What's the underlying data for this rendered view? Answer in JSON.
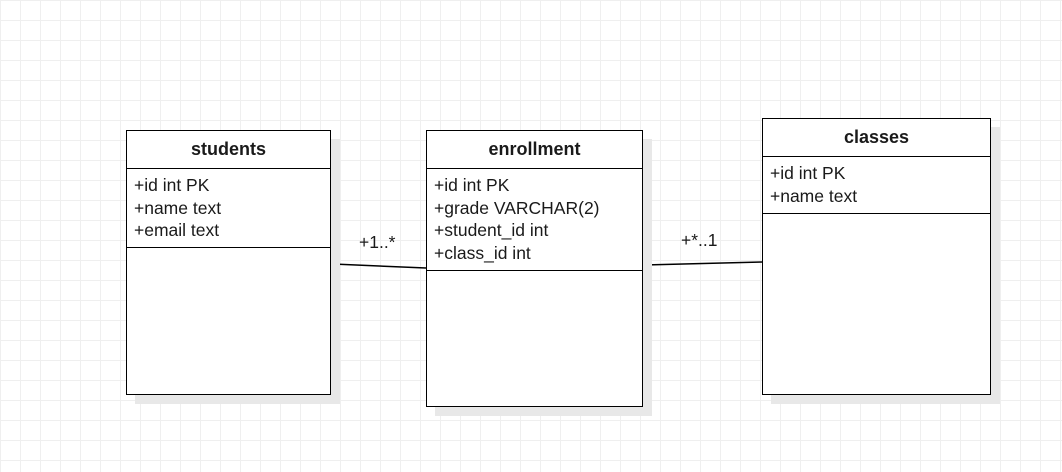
{
  "tables": {
    "students": {
      "title": "students",
      "fields": [
        "+id int PK",
        "+name text",
        "+email text"
      ]
    },
    "enrollment": {
      "title": "enrollment",
      "fields": [
        "+id int PK",
        "+grade VARCHAR(2)",
        "+student_id int",
        "+class_id int"
      ]
    },
    "classes": {
      "title": "classes",
      "fields": [
        "+id int PK",
        "+name text"
      ]
    }
  },
  "relations": {
    "students_enrollment": {
      "multiplicity": "+1..*"
    },
    "enrollment_classes": {
      "multiplicity": "+*..1"
    }
  }
}
